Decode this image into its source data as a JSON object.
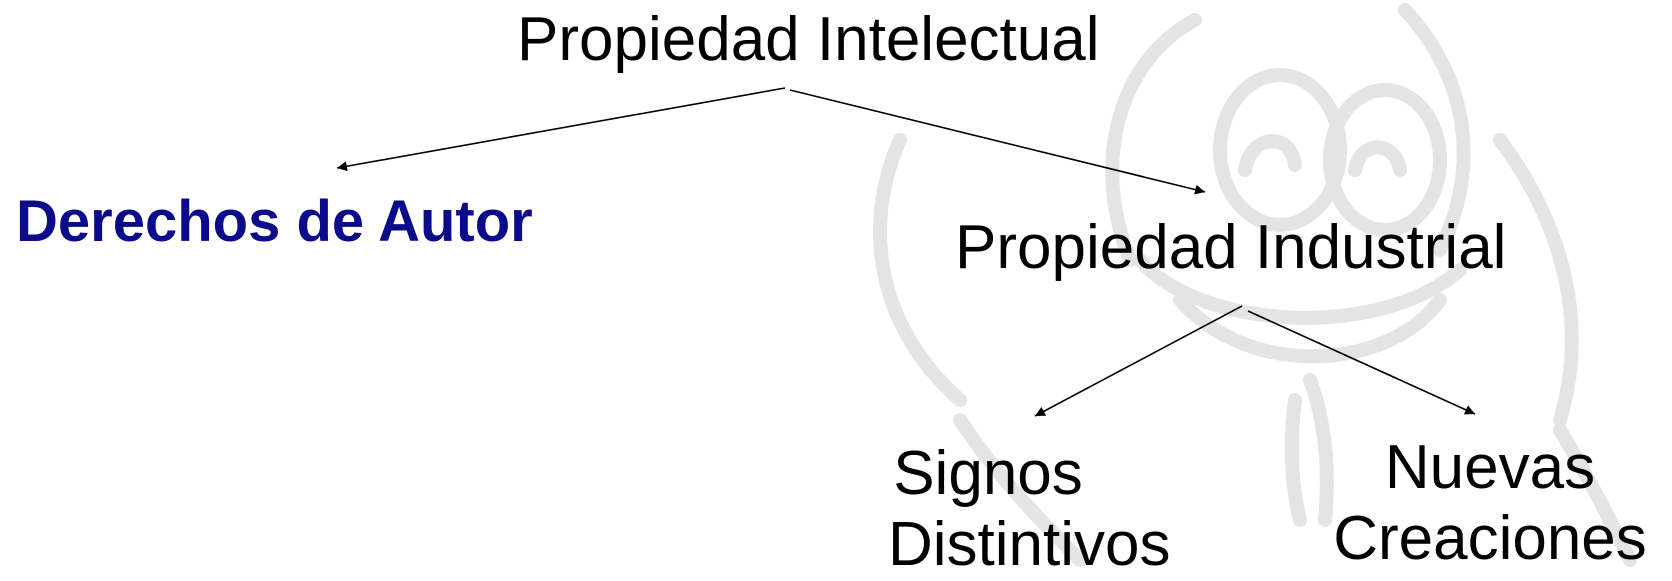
{
  "colors": {
    "text": "#000000",
    "highlight": "#0a0a8a",
    "arrow": "#000000",
    "watermark": "#e4e4e4"
  },
  "watermark": {
    "icon": "tux-penguin-outline"
  },
  "nodes": {
    "root": {
      "label": "Propiedad Intelectual"
    },
    "derechos_autor": {
      "label": "Derechos de Autor"
    },
    "propiedad_industrial": {
      "label": "Propiedad Industrial"
    },
    "signos_distintivos": {
      "line1": "Signos",
      "line2": "Distintivos"
    },
    "nuevas_creaciones": {
      "line1": "Nuevas",
      "line2": "Creaciones"
    }
  },
  "edges": [
    {
      "from": "root",
      "to": "derechos_autor"
    },
    {
      "from": "root",
      "to": "propiedad_industrial"
    },
    {
      "from": "propiedad_industrial",
      "to": "signos_distintivos"
    },
    {
      "from": "propiedad_industrial",
      "to": "nuevas_creaciones"
    }
  ]
}
